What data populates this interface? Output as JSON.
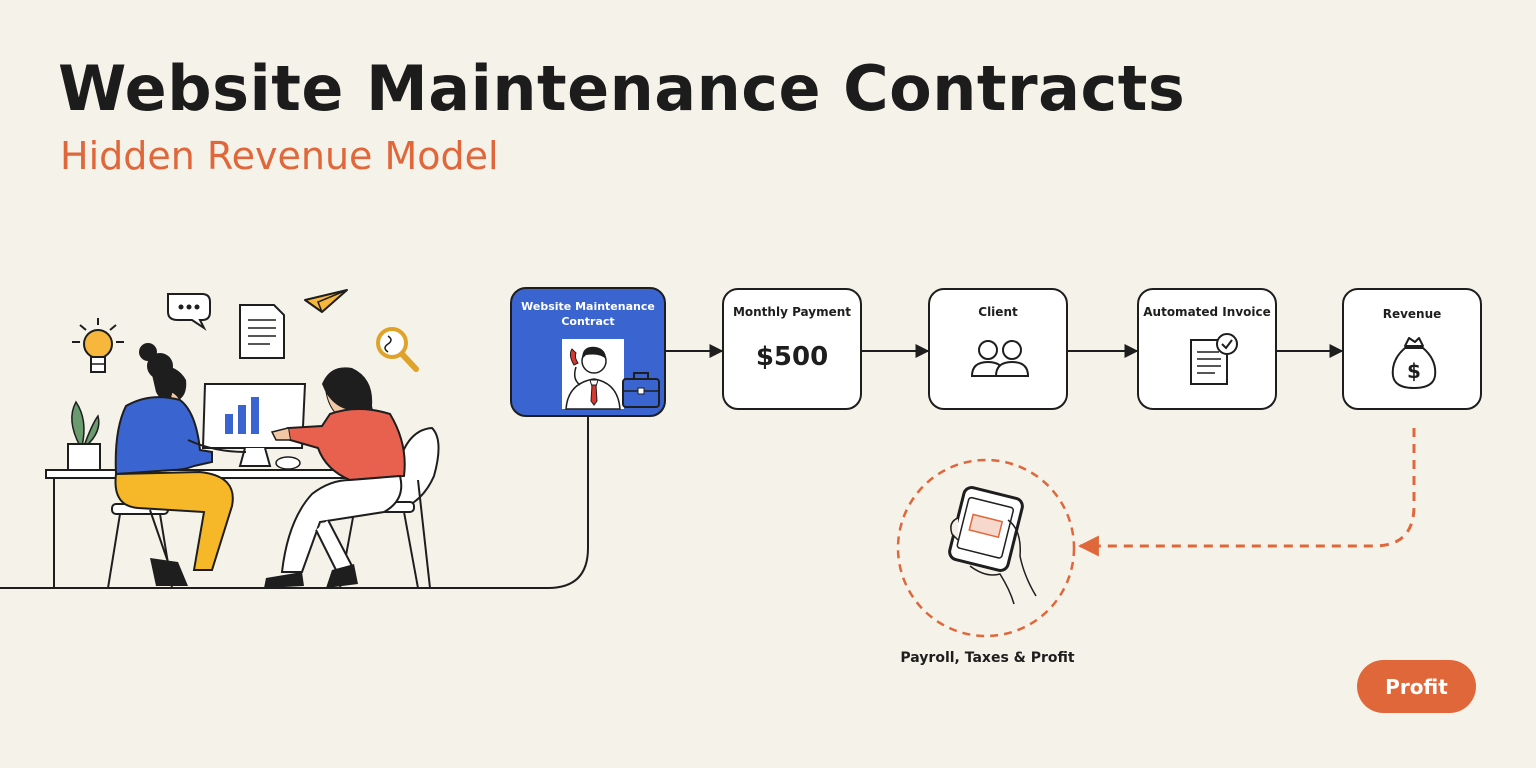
{
  "header": {
    "title": "Website Maintenance Contracts",
    "subtitle": "Hidden Revenue Model"
  },
  "flow": [
    {
      "label": "Website Maintenance Contract",
      "icon": "businessman-phone-briefcase-icon"
    },
    {
      "label": "Monthly Payment",
      "value": "$500"
    },
    {
      "label": "Client",
      "icon": "users-icon"
    },
    {
      "label": "Automated Invoice",
      "icon": "invoice-check-icon"
    },
    {
      "label": "Revenue",
      "icon": "money-bag-icon"
    }
  ],
  "feedback": {
    "label": "Payroll, Taxes & Profit",
    "icon": "hand-phone-icon"
  },
  "profit_button": {
    "label": "Profit"
  },
  "colors": {
    "background": "#f5f2ea",
    "accent": "#e0673a",
    "contract_box": "#3a64cf",
    "ink": "#1e1e1e"
  }
}
